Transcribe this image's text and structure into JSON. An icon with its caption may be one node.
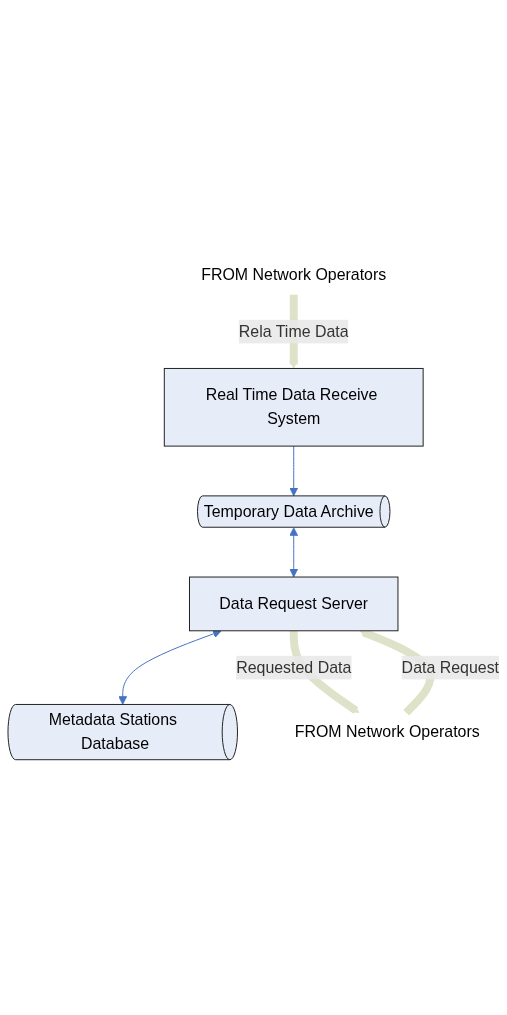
{
  "diagram": {
    "nodes": [
      {
        "text": [
          "FROM Network Operators"
        ]
      },
      {
        "text": [
          "Real Time Data Receive System"
        ]
      },
      {
        "text": [
          "Temporary Data Archive"
        ]
      },
      {
        "text": [
          "Data Request Server"
        ]
      },
      {
        "text": [
          "Metadata Stations Database"
        ]
      },
      {
        "text": [
          "FROM Network Operators"
        ]
      }
    ],
    "edges": [
      {
        "from": 0,
        "to": 1,
        "arrow": "to",
        "label": "Rela Time Data",
        "style": "thick",
        "color": "#dde2c8"
      },
      {
        "from": 1,
        "to": 2,
        "arrow": "to",
        "color": "#4472c4"
      },
      {
        "from": 2,
        "to": 3,
        "arrow": "both",
        "color": "#4472c4"
      },
      {
        "from": 3,
        "to": 4,
        "arrow": "both",
        "color": "#4472c4"
      },
      {
        "from": 3,
        "to": 5,
        "arrow": "to",
        "label": "Requested Data",
        "style": "thick",
        "color": "#dde2c8"
      },
      {
        "from": 5,
        "to": 3,
        "arrow": "to",
        "label": "Data Request",
        "style": "thick",
        "color": "#dde2c8"
      }
    ]
  }
}
